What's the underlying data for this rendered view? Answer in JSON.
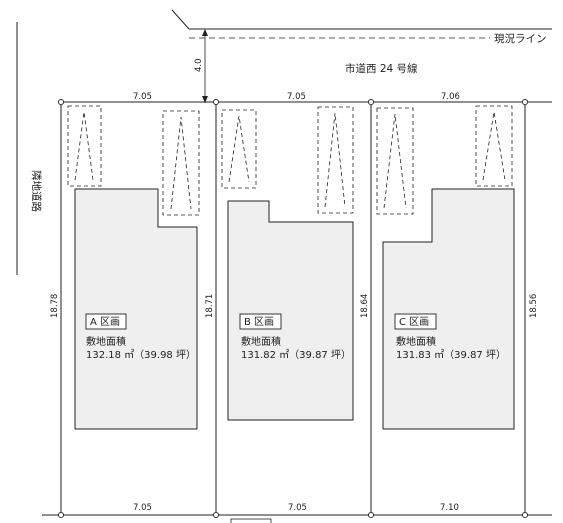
{
  "road": {
    "current_line_label": "現況ライン",
    "road_name": "市道西 24 号線",
    "road_width": "4.0",
    "adjacent_label": "隣地道路"
  },
  "lots": [
    {
      "id": "A",
      "label": "A 区画",
      "area_label": "敷地面積",
      "area": "132.18 ㎡（39.98 坪）",
      "front": "7.05",
      "back": "7.05",
      "left": "18.78"
    },
    {
      "id": "B",
      "label": "B 区画",
      "area_label": "敷地面積",
      "area": "131.82 ㎡（39.87 坪）",
      "front": "7.05",
      "back": "7.05",
      "left": "18.71"
    },
    {
      "id": "C",
      "label": "C 区画",
      "area_label": "敷地面積",
      "area": "131.83 ㎡（39.87 坪）",
      "front": "7.06",
      "back": "7.10",
      "left": "18.64",
      "right": "18.56"
    }
  ],
  "colors": {
    "line": "#222222",
    "house_fill": "#efefef",
    "background": "#ffffff"
  }
}
